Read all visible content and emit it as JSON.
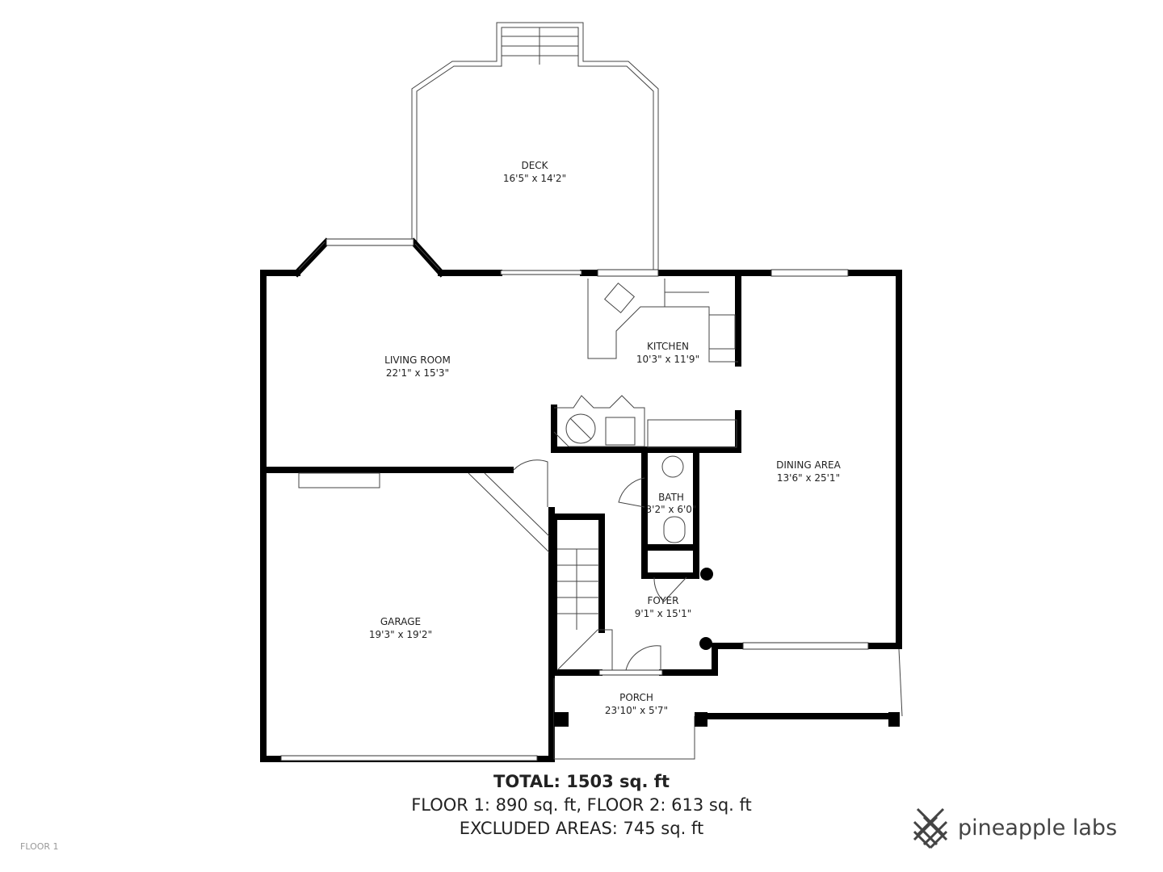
{
  "rooms": {
    "deck": {
      "name": "DECK",
      "size": "16'5\" x 14'2\""
    },
    "living_room": {
      "name": "LIVING ROOM",
      "size": "22'1\" x 15'3\""
    },
    "kitchen": {
      "name": "KITCHEN",
      "size": "10'3\" x 11'9\""
    },
    "dining_area": {
      "name": "DINING AREA",
      "size": "13'6\" x 25'1\""
    },
    "bath": {
      "name": "BATH",
      "size": "3'2\" x 6'0\""
    },
    "foyer": {
      "name": "FOYER",
      "size": "9'1\" x 15'1\""
    },
    "garage": {
      "name": "GARAGE",
      "size": "19'3\" x 19'2\""
    },
    "porch": {
      "name": "PORCH",
      "size": "23'10\" x 5'7\""
    }
  },
  "totals": {
    "total": "TOTAL: 1503 sq. ft",
    "floors": "FLOOR 1: 890 sq. ft, FLOOR 2: 613 sq. ft",
    "excluded": "EXCLUDED AREAS: 745 sq. ft"
  },
  "floor_label": "FLOOR 1",
  "brand": {
    "name": "pineapple labs",
    "color": "#444444"
  }
}
